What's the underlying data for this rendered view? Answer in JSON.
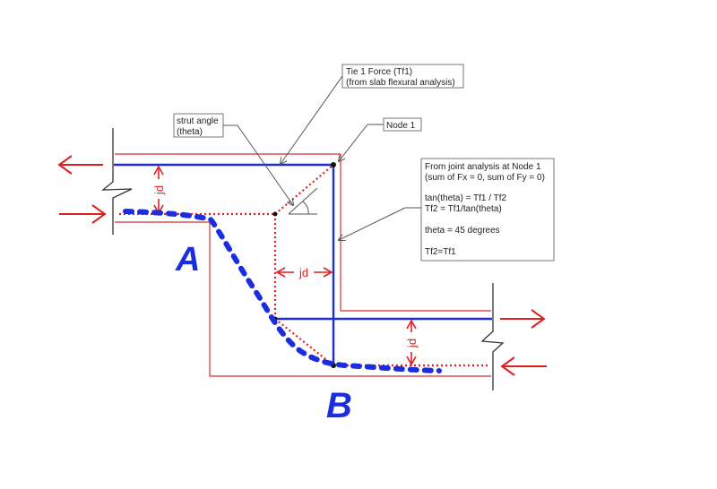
{
  "callouts": {
    "tie1": [
      "Tie 1 Force (Tf1)",
      "(from slab flexural analysis)"
    ],
    "strut": [
      "strut angle",
      "(theta)"
    ],
    "node": [
      "Node 1"
    ],
    "joint": [
      "From joint analysis at Node 1",
      "(sum of Fx = 0, sum of Fy = 0)",
      "",
      "tan(theta) = Tf1 / Tf2",
      "Tf2 = Tf1/tan(theta)",
      "",
      "theta = 45 degrees",
      "",
      "Tf2=Tf1"
    ]
  },
  "dimensions": {
    "jd_left": "jd",
    "jd_middle": "jd",
    "jd_right": "jd"
  },
  "handwriting": {
    "label_a": "A",
    "label_b": "B"
  },
  "colors": {
    "outline": "#e05050",
    "rebar": "#1a2ee0",
    "strut": "#e02020",
    "arrow": "#e02020",
    "ink": "#1a2ee0",
    "callout": "#555555"
  }
}
